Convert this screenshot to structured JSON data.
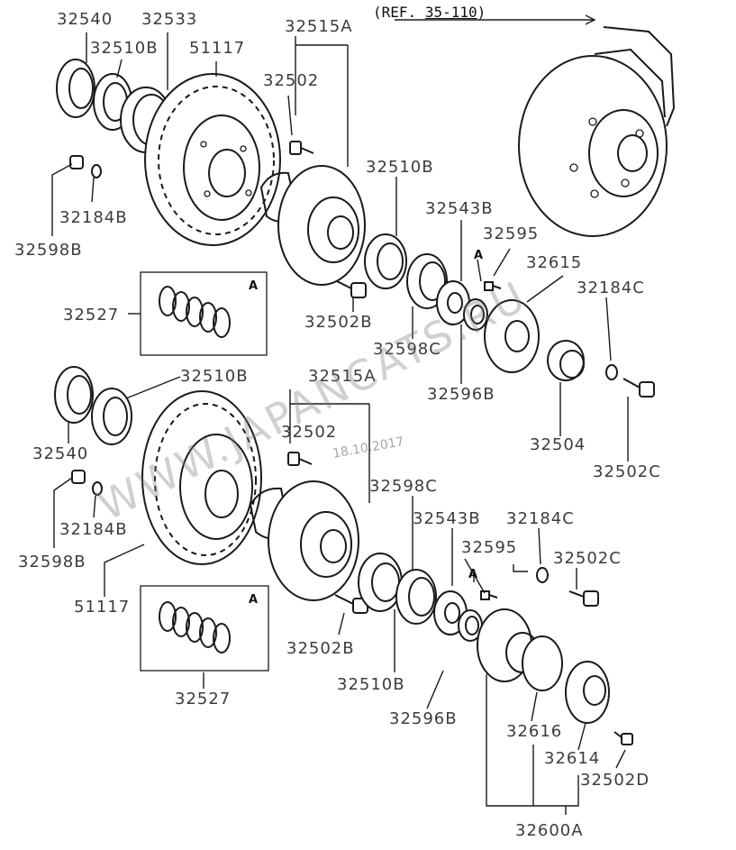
{
  "reference": {
    "prefix": "(REF.",
    "number": "35-110",
    "suffix": ")"
  },
  "box_letter": "A",
  "watermark": "WWW.JAPANCATS.RU",
  "date_stamp": "18.10.2017",
  "labels": {
    "top": [
      "32540",
      "32533",
      "32510B",
      "51117",
      "32515A",
      "32502",
      "32510B",
      "32184B",
      "32598B",
      "32543B",
      "32595",
      "32615",
      "32184C",
      "32527",
      "32502B",
      "32598C",
      "32596B",
      "32504",
      "32502C"
    ],
    "bottom": [
      "32510B",
      "32515A",
      "32540",
      "32502",
      "32184B",
      "32598B",
      "32598C",
      "32543B",
      "32184C",
      "32595",
      "32502C",
      "51117",
      "32527",
      "32502B",
      "32510B",
      "32596B",
      "32616",
      "32614",
      "32502D",
      "32600A"
    ]
  }
}
